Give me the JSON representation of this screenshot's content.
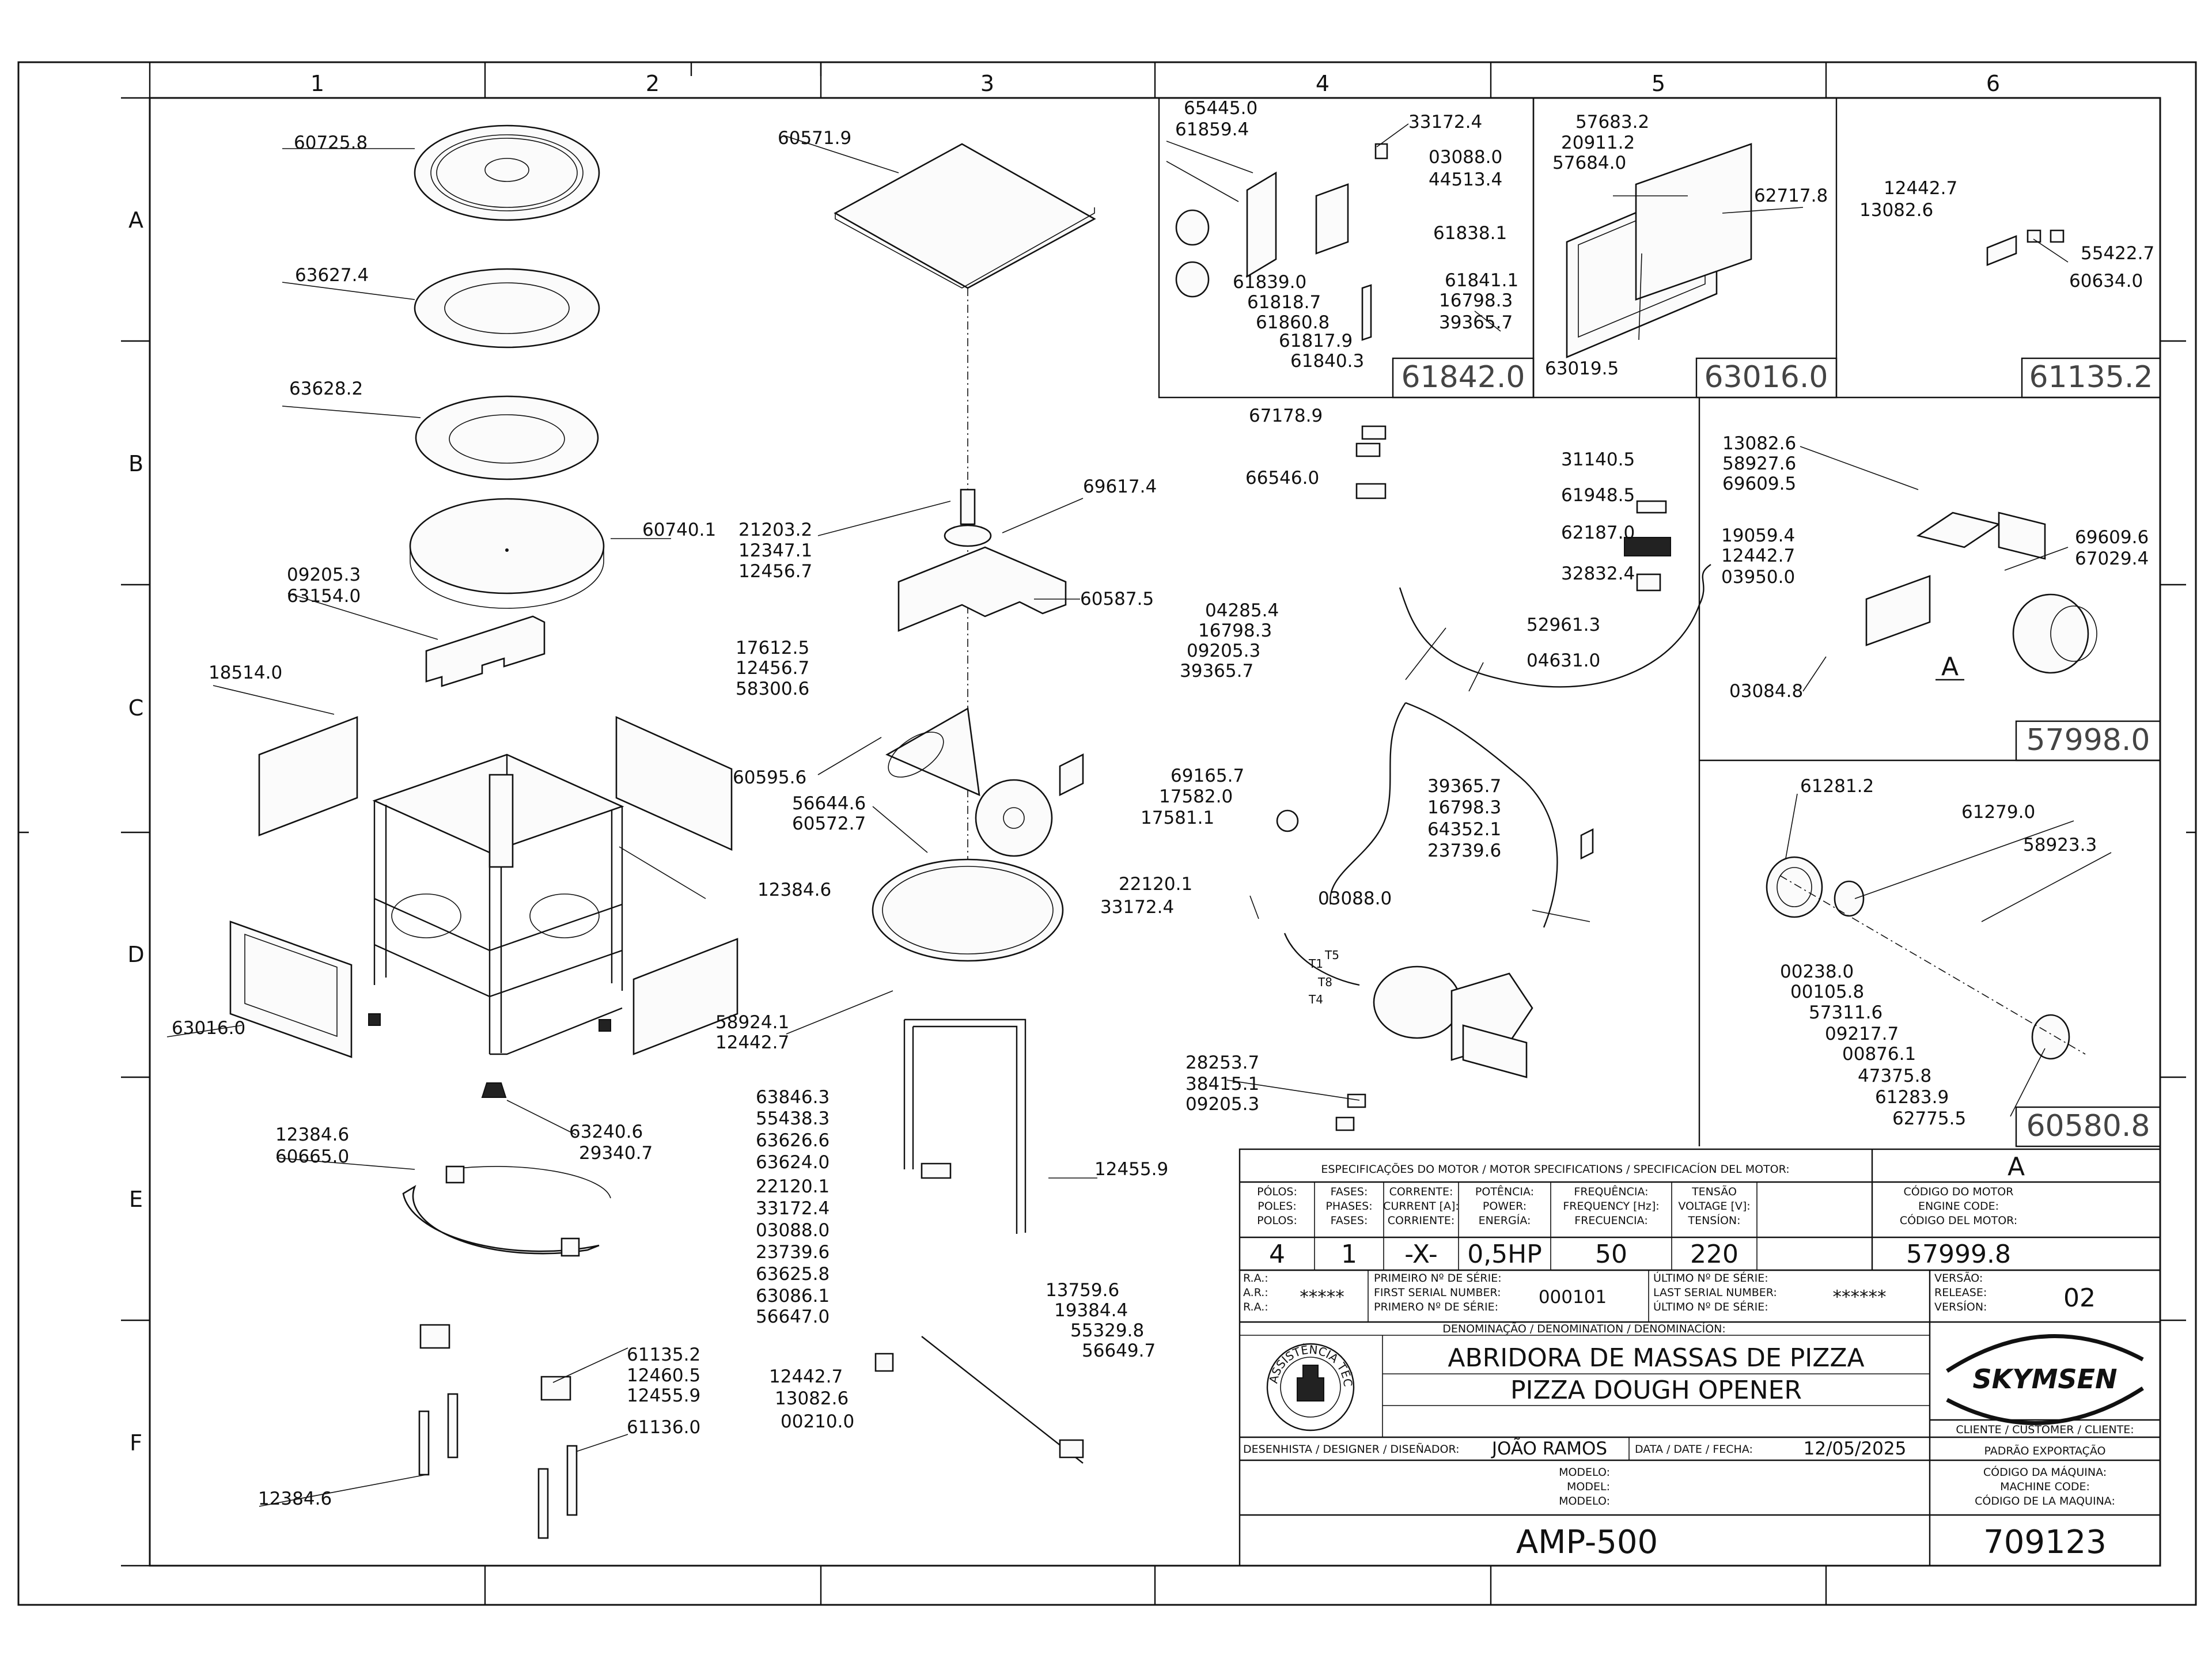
{
  "grid": {
    "columns": [
      "1",
      "2",
      "3",
      "4",
      "5",
      "6"
    ],
    "rows": [
      "A",
      "B",
      "C",
      "D",
      "E",
      "F"
    ]
  },
  "callouts": [
    "60725.8",
    "63627.4",
    "63628.2",
    "60740.1",
    "09205.3",
    "63154.0",
    "18514.0",
    "12384.6",
    "63016.0",
    "63240.6",
    "29340.7",
    "12384.6",
    "60665.0",
    "61135.2",
    "12460.5",
    "12455.9",
    "61136.0",
    "12384.6",
    "60571.9",
    "21203.2",
    "12347.1",
    "12456.7",
    "69617.4",
    "60587.5",
    "17612.5",
    "12456.7",
    "58300.6",
    "60595.6",
    "56644.6",
    "60572.7",
    "58924.1",
    "12442.7",
    "63846.3",
    "55438.3",
    "63626.6",
    "63624.0",
    "22120.1",
    "33172.4",
    "03088.0",
    "23739.6",
    "63625.8",
    "63086.1",
    "56647.0",
    "12455.9",
    "13759.6",
    "19384.4",
    "55329.8",
    "56649.7",
    "12442.7",
    "13082.6",
    "00210.0",
    "65445.0",
    "61859.4",
    "33172.4",
    "03088.0",
    "44513.4",
    "61838.1",
    "61839.0",
    "61818.7",
    "61841.1",
    "16798.3",
    "61860.8",
    "39365.7",
    "61817.9",
    "61840.3",
    "57683.2",
    "20911.2",
    "57684.0",
    "62717.8",
    "63019.5",
    "12442.7",
    "13082.6",
    "55422.7",
    "60634.0",
    "67178.9",
    "66546.0",
    "31140.5",
    "61948.5",
    "62187.0",
    "32832.4",
    "04285.4",
    "16798.3",
    "09205.3",
    "39365.7",
    "52961.3",
    "04631.0",
    "69165.7",
    "17582.0",
    "17581.1",
    "22120.1",
    "33172.4",
    "03088.0",
    "39365.7",
    "16798.3",
    "64352.1",
    "23739.6",
    "28253.7",
    "38415.1",
    "09205.3",
    "13082.6",
    "58927.6",
    "69609.5",
    "19059.4",
    "12442.7",
    "03950.0",
    "03084.8",
    "69609.6",
    "67029.4",
    "61281.2",
    "61279.0",
    "58923.3",
    "00238.0",
    "00105.8",
    "57311.6",
    "09217.7",
    "00876.1",
    "47375.8",
    "61283.9",
    "62775.5"
  ],
  "subassemblies": {
    "s1": "61842.0",
    "s2": "63016.0",
    "s3": "61135.2",
    "s4": "57998.0",
    "s5": "60580.8",
    "detail_letter": "A"
  },
  "wire_labels": [
    "T5",
    "T1",
    "T8",
    "T4"
  ],
  "motor_specs": {
    "heading": "ESPECIFICAÇÕES DO MOTOR / MOTOR SPECIFICATIONS / SPECIFICACÍON DEL MOTOR:",
    "detail": "A",
    "h_poles": [
      "PÓLOS:",
      "POLES:",
      "POLOS:"
    ],
    "h_phases": [
      "FASES:",
      "PHASES:",
      "FASES:"
    ],
    "h_current": [
      "CORRENTE:",
      "CURRENT [A]:",
      "CORRIENTE:"
    ],
    "h_power": [
      "POTÊNCIA:",
      "POWER:",
      "ENERGÍA:"
    ],
    "h_freq": [
      "FREQUÊNCIA:",
      "FREQUENCY [Hz]:",
      "FRECUENCIA:"
    ],
    "h_volt": [
      "TENSÃO",
      "VOLTAGE [V]:",
      "TENSÍON:"
    ],
    "h_code": [
      "CÓDIGO DO MOTOR",
      "ENGINE CODE:",
      "CÓDIGO DEL MOTOR:"
    ],
    "poles": "4",
    "phases": "1",
    "current": "-X-",
    "power": "0,5HP",
    "frequency": "50",
    "voltage": "220",
    "motor_code": "57999.8"
  },
  "title_block": {
    "ra": [
      "R.A.:",
      "A.R.:",
      "R.A.:"
    ],
    "ra_value": "*****",
    "first_serial_labels": [
      "PRIMEIRO Nº DE SÉRIE:",
      "FIRST SERIAL NUMBER:",
      "PRIMERO Nº DE SÉRIE:"
    ],
    "first_serial": "000101",
    "last_serial_labels": [
      "ÚLTIMO Nº DE SÉRIE:",
      "LAST SERIAL NUMBER:",
      "ÚLTIMO Nº DE SÉRIE:"
    ],
    "last_serial": "******",
    "version_labels": [
      "VERSÃO:",
      "RELEASE:",
      "VERSÍON:"
    ],
    "version": "02",
    "denomination_label": "DENOMINAÇÃO / DENOMINATION / DENOMINACÍON:",
    "name_pt": "ABRIDORA DE MASSAS DE PIZZA",
    "name_en": "PIZZA DOUGH OPENER",
    "seal_text": "ASSISTÊNCIA TÉCNICA AUTORIZADA",
    "brand": "SKYMSEN",
    "client_label": "CLIENTE / CUSTOMER / CLIENTE:",
    "client": "PADRÃO EXPORTAÇÃO",
    "designer_label": "DESENHISTA / DESIGNER / DISEÑADOR:",
    "designer": "JOÃO RAMOS",
    "date_label": "DATA / DATE / FECHA:",
    "date": "12/05/2025",
    "model_labels": [
      "MODELO:",
      "MODEL:",
      "MODELO:"
    ],
    "model": "AMP-500",
    "machine_code_labels": [
      "CÓDIGO DA MÁQUINA:",
      "MACHINE CODE:",
      "CÓDIGO DE LA MAQUINA:"
    ],
    "machine_code": "709123"
  }
}
